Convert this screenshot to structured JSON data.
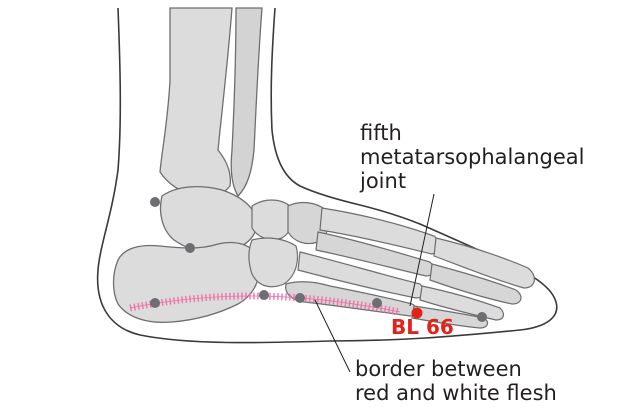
{
  "labels": {
    "joint": [
      "fifth",
      "metatarsophalangeal",
      "joint"
    ],
    "border": [
      "border between",
      "red and white flesh"
    ],
    "point": "BL 66"
  },
  "colors": {
    "outline": "#3a3a3a",
    "bone_fill": "#dcdcdc",
    "bone_stroke": "#6d6e71",
    "marker": "#6d6e71",
    "acupoint": "#e2231a",
    "border_hatch": "#f06ba0",
    "leader": "#231f20"
  }
}
